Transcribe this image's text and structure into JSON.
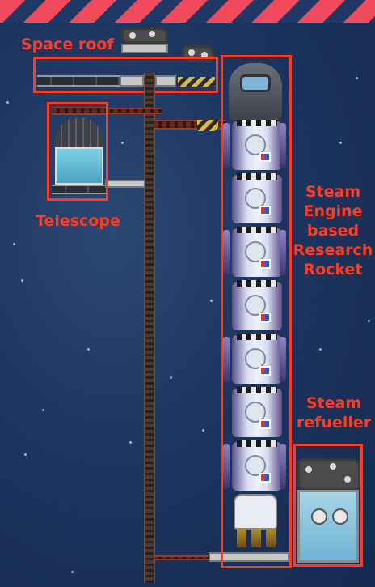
{
  "labels": {
    "space_roof": "Space roof",
    "telescope": "Telescope",
    "rocket_line1": "Steam",
    "rocket_line2": "Engine",
    "rocket_line3": "based",
    "rocket_line4": "Research",
    "rocket_line5": "Rocket",
    "refueller_line1": "Steam",
    "refueller_line2": "refueller"
  },
  "colors": {
    "annotation": "#ff3b22",
    "background": "#1d3560",
    "hazard_stripe": "#f14a5c"
  },
  "rocket": {
    "research_modules": 7
  }
}
